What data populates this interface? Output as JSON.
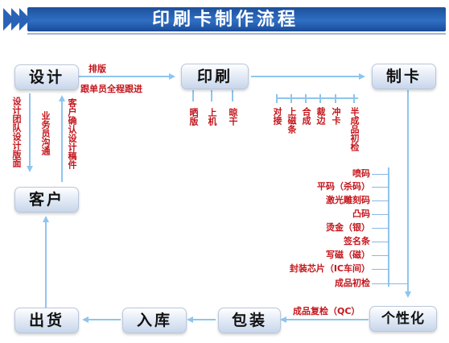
{
  "header": {
    "title": "印刷卡制作流程"
  },
  "nodes": {
    "design": "设计",
    "print": "印刷",
    "card": "制卡",
    "customer": "客户",
    "personalize": "个性化",
    "package": "包装",
    "warehouse": "入库",
    "ship": "出货"
  },
  "labels": {
    "typeset": "排版",
    "follow": "跟单员全程跟进",
    "design_team": "设计团队设计版面",
    "sales": "业务员沟通",
    "confirm": "客户确认设计稿件",
    "final_qc": "成品复检（QC）"
  },
  "print_steps": [
    "晒版",
    "上机",
    "晾干"
  ],
  "card_steps": [
    "对接",
    "上磁条",
    "合成",
    "裁边",
    "冲卡",
    "半成品初检"
  ],
  "personalize_steps": [
    "喷码",
    "平码（杀码）",
    "激光雕刻码",
    "凸码",
    "烫金（银）",
    "签名条",
    "写磁（磁）",
    "封装芯片（IC车间）",
    "成品初检"
  ],
  "colors": {
    "arrow": "#8ec5ee",
    "header": "#2a63b6",
    "label": "#c4161c"
  }
}
